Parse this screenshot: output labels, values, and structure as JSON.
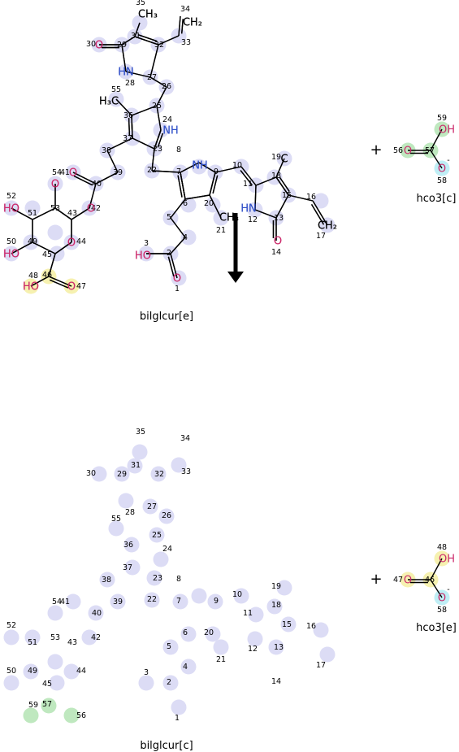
{
  "colors": {
    "highlight": "#dcdcf5",
    "green": "#bfe8bf",
    "yellow": "#f6f1b0",
    "cyan": "#bfeef5",
    "carbon": "#000000",
    "nitrogen": "#3050c8",
    "oxygen": "#cc2a6b"
  },
  "reaction": {
    "plus_top": "+",
    "plus_bottom": "+"
  },
  "molecules": [
    {
      "name": "bilglcur[e]"
    },
    {
      "name": "hco3[c]"
    },
    {
      "name": "bilglcur[c]"
    },
    {
      "name": "hco3[e]"
    }
  ],
  "hco3_top": {
    "idx_O_double": "56",
    "idx_C": "57",
    "idx_OH": "59",
    "idx_Ominus": "58",
    "lbl_OH": "OH",
    "lbl_O": "O",
    "lbl_Ominus": "O",
    "charge": "-"
  },
  "hco3_bottom": {
    "idx_O_double": "47",
    "idx_C": "46",
    "idx_OH": "48",
    "idx_Ominus": "58",
    "lbl_OH": "OH",
    "lbl_O": "O",
    "lbl_Ominus": "O",
    "charge": "-"
  },
  "bilglcur_top_overrides": {
    "cooh_idx": [
      "48",
      "46",
      "47"
    ],
    "cooh_colors": [
      "yellow",
      "yellow",
      "yellow"
    ]
  },
  "bilglcur_bottom_overrides": {
    "cooh_idx": [
      "59",
      "57",
      "56"
    ],
    "cooh_colors": [
      "green",
      "green",
      "green"
    ]
  }
}
